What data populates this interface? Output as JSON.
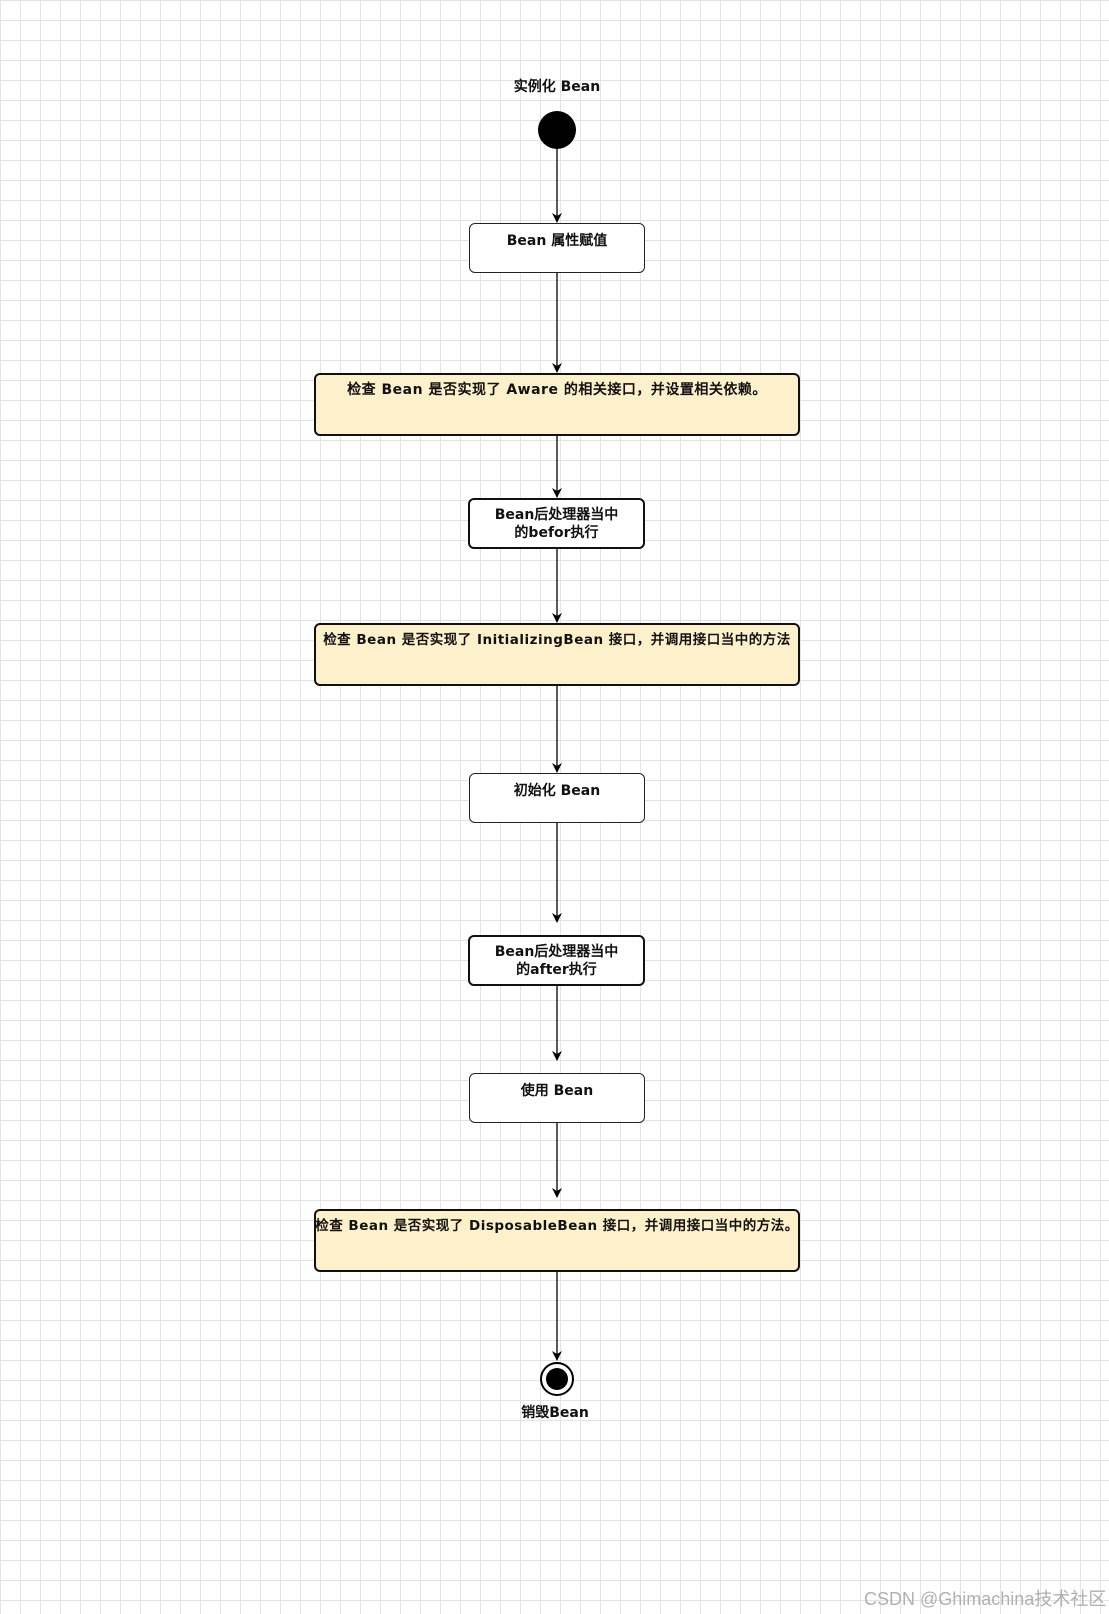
{
  "diagram": {
    "start_label": "实例化 Bean",
    "end_label": "销毁Bean",
    "steps": [
      {
        "text": "Bean 属性赋值"
      },
      {
        "text": "检查  Bean  是否实现了  Aware  的相关接口，并设置相关依赖。"
      },
      {
        "line1": "Bean后处理器当中",
        "line2": "的befor执行"
      },
      {
        "text": "检查  Bean  是否实现了  InitializingBean  接口，并调用接口当中的方法"
      },
      {
        "text": "初始化 Bean"
      },
      {
        "line1": "Bean后处理器当中",
        "line2": "的after执行"
      },
      {
        "text": "使用 Bean"
      },
      {
        "text": "检查  Bean  是否实现了  DisposableBean  接口，并调用接口当中的方法。"
      }
    ]
  },
  "watermark": "CSDN @Ghimachina技术社区"
}
